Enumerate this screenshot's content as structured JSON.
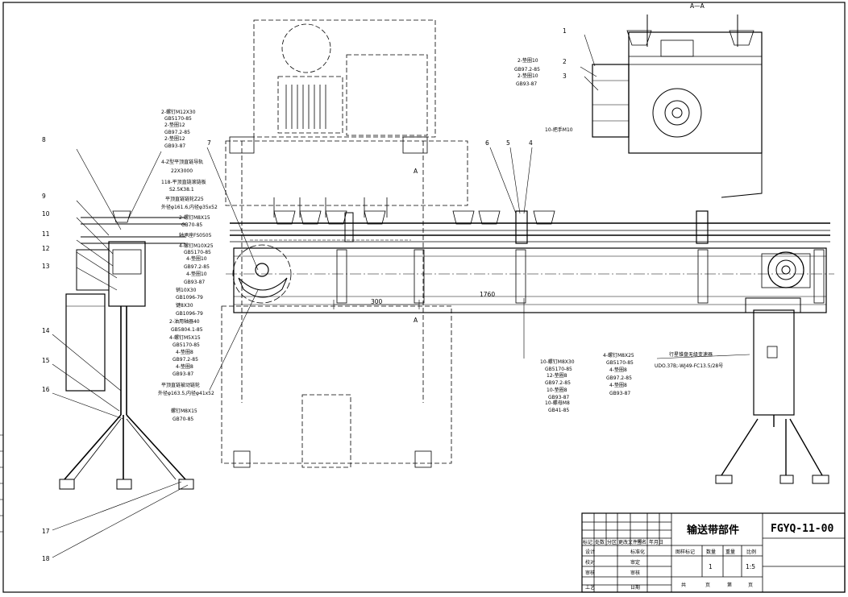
{
  "section_label": "A—A",
  "balloons": [
    "1",
    "2",
    "3",
    "4",
    "5",
    "6",
    "7",
    "8",
    "9",
    "10",
    "11",
    "12",
    "13",
    "14",
    "15",
    "16",
    "17",
    "18"
  ],
  "section_A_marks": [
    "A",
    "A"
  ],
  "dimensions": {
    "d300": "300",
    "d1760": "1760"
  },
  "callouts": {
    "top_mid": [
      "2-螺钉M12X30",
      "GB5170-85",
      "2-垫圈12",
      "GB97.2-85",
      "2-垫圈12",
      "GB93-87"
    ],
    "c_7a": [
      "4-Z型平顶直链导轨",
      "22X3000"
    ],
    "c_7b": [
      "118-平顶直链滚链板",
      "S2.5K38.1",
      "平顶直链链轮Z25",
      "外径φ161.6,内径φ35x52"
    ],
    "c_7c": [
      "2-螺钉M8X15",
      "GB70-85"
    ],
    "c_bearing": [
      "轴承座FS0505"
    ],
    "c_bolts": [
      "4-螺钉M10X25",
      "GB5170-85",
      "4-垫圈10",
      "GB97.2-85",
      "4-垫圈10",
      "GB93-87"
    ],
    "c_left": [
      "销10X30",
      "GB1096-79",
      "键8X30",
      "GB1096-79"
    ],
    "c_left2": [
      "2-油用轴器40",
      "GB5804.1-85",
      "4-螺钉M5X15",
      "GB5170-85",
      "4-垫圈8",
      "GB97.2-85",
      "4-垫圈8",
      "GB93-87"
    ],
    "c_sprocket2": [
      "平顶直链被动链轮",
      "外径φ163.5,内径φ41x52"
    ],
    "c_leg": [
      "螺钉M8X15",
      "GB70-85"
    ],
    "c_rail_nut": [
      "2-垫圈10",
      "GB97.2-85",
      "2-垫圈10",
      "GB93-87"
    ],
    "c_handle": [
      "10-把手M10"
    ],
    "c_bottom_mid": [
      "10-螺钉M8X30",
      "GB5170-85",
      "12-垫圈8",
      "GB97.2-85",
      "10-垫圈8",
      "GB93-87",
      "10-螺母M8",
      "GB41-85"
    ],
    "c_motor_bolts": [
      "4-螺钉M8X25",
      "GB5170-85",
      "4-垫圈8",
      "GB97.2-85",
      "4-垫圈8",
      "GB93-87"
    ],
    "c_motor": [
      "行星锥盘无级变速器",
      "UDO.37B;-WJ49-FC13.5/28号"
    ]
  },
  "title_block": {
    "part_name": "输送带部件",
    "drawing_no": "FGYQ-11-00",
    "change_headers": [
      "标记",
      "处数",
      "分区",
      "更改文件号",
      "签名",
      "年月日"
    ],
    "roles": [
      "设计",
      "校对",
      "审核",
      "工艺"
    ],
    "roles2": [
      "标准化",
      "审定",
      "审核",
      "日期"
    ],
    "stage_headers": [
      "图样标记",
      "数量",
      "重量",
      "比例"
    ],
    "quantity": "1",
    "scale": "1:5",
    "sheet_footer": [
      "共",
      "页",
      "第",
      "页"
    ]
  }
}
